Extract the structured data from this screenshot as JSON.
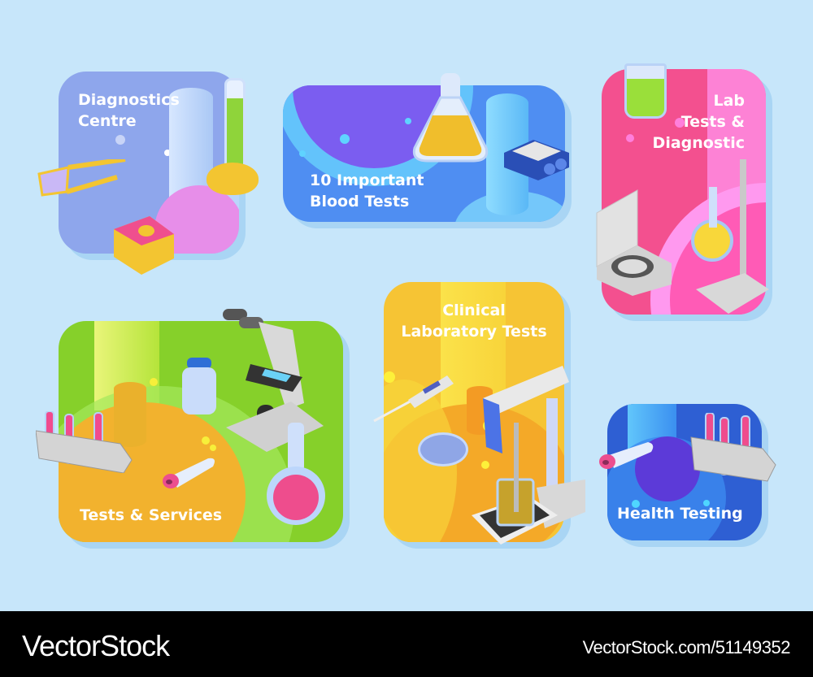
{
  "cards": [
    {
      "id": "diagnostics-centre",
      "title": "Diagnostics\nCentre",
      "bg": "#8ea6ec",
      "accent": "#e78ee9"
    },
    {
      "id": "blood-tests",
      "title": "10 Important\nBlood Tests",
      "bg": "#4f8ef2",
      "accent": "#7b5df0"
    },
    {
      "id": "lab-tests",
      "title": "Lab\nTests &\nDiagnostic",
      "bg": "#f3508f",
      "accent": "#ff8fe6"
    },
    {
      "id": "tests-services",
      "title": "Tests & Services",
      "bg": "#86d02a",
      "accent": "#f2b22e"
    },
    {
      "id": "clinical-lab",
      "title": "Clinical\nLaboratory Tests",
      "bg": "#f6c434",
      "accent": "#f4a928"
    },
    {
      "id": "health-testing",
      "title": "Health Testing",
      "bg": "#2e5fd3",
      "accent": "#5c3ad8"
    }
  ],
  "footer": {
    "brand": "VectorStock",
    "url": "VectorStock.com/51149352"
  }
}
